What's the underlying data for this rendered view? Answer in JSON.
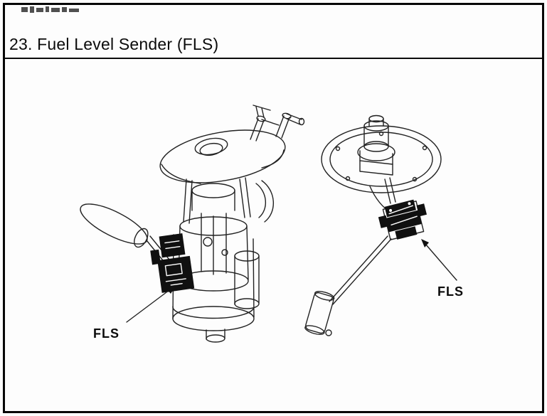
{
  "page": {
    "title": "23. Fuel Level Sender (FLS)"
  },
  "figure": {
    "left": {
      "label": "FLS"
    },
    "right": {
      "label": "FLS"
    }
  },
  "colors": {
    "ink": "#0b0b0b",
    "line": "#222222",
    "background": "#fdfdfd"
  }
}
